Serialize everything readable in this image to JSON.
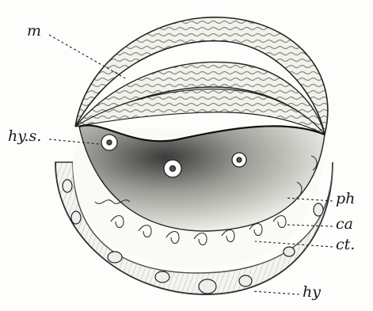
{
  "figure": {
    "labels": {
      "m": "m",
      "hys": "hy.s.",
      "ph": "ph",
      "ca": "ca",
      "ct": "ct.",
      "hy": "hy"
    }
  }
}
